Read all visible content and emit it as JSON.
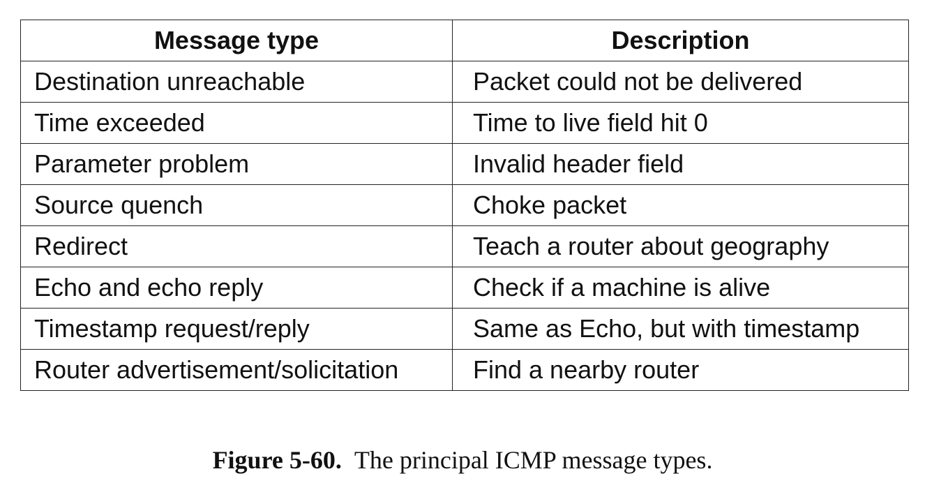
{
  "table": {
    "headers": [
      "Message type",
      "Description"
    ],
    "rows": [
      [
        "Destination unreachable",
        "Packet could not be delivered"
      ],
      [
        "Time exceeded",
        "Time to live field hit 0"
      ],
      [
        "Parameter problem",
        "Invalid header field"
      ],
      [
        "Source quench",
        "Choke packet"
      ],
      [
        "Redirect",
        "Teach a router about geography"
      ],
      [
        "Echo and echo reply",
        "Check if a machine is alive"
      ],
      [
        "Timestamp request/reply",
        "Same as Echo, but with timestamp"
      ],
      [
        "Router advertisement/solicitation",
        "Find a nearby router"
      ]
    ]
  },
  "caption": {
    "label": "Figure 5-60.",
    "text": "The principal ICMP message types."
  }
}
